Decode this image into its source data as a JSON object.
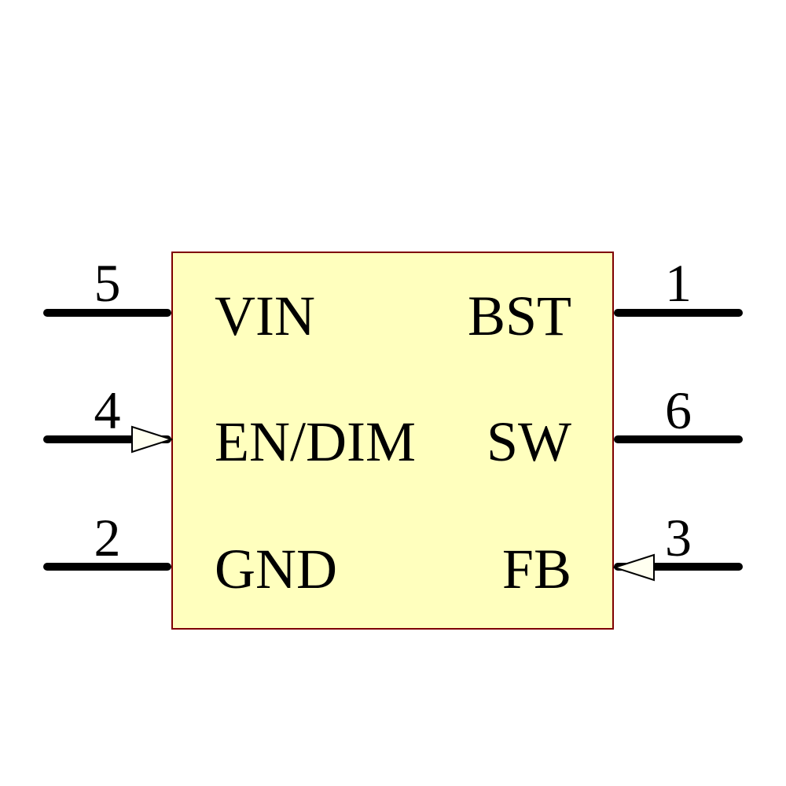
{
  "symbol": {
    "type": "ic-schematic-symbol",
    "colors": {
      "body_fill": "#ffffbe",
      "body_border": "#7f0000",
      "pin_line": "#000000",
      "label_text": "#000000",
      "arrow_fill": "#fffff0",
      "arrow_stroke": "#000000",
      "background": "#ffffff"
    },
    "pins": {
      "left": [
        {
          "number": "5",
          "label": "VIN",
          "arrow": "none"
        },
        {
          "number": "4",
          "label": "EN/DIM",
          "arrow": "pointing-into-chip-right"
        },
        {
          "number": "2",
          "label": "GND",
          "arrow": "none"
        }
      ],
      "right": [
        {
          "number": "1",
          "label": "BST",
          "arrow": "none"
        },
        {
          "number": "6",
          "label": "SW",
          "arrow": "none"
        },
        {
          "number": "3",
          "label": "FB",
          "arrow": "pointing-into-chip-left"
        }
      ]
    }
  }
}
